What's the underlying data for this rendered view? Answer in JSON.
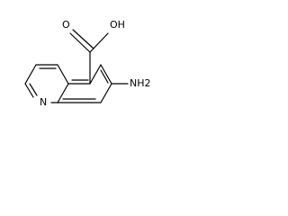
{
  "structure": {
    "atoms": {
      "carboxyl_oh": "OH",
      "carbonyl_o": "O",
      "ring_nitrogen": "N",
      "amino_group": "NH2"
    }
  },
  "colors": {
    "bond": "#000000",
    "label": "#000000",
    "background": "#ffffff"
  }
}
